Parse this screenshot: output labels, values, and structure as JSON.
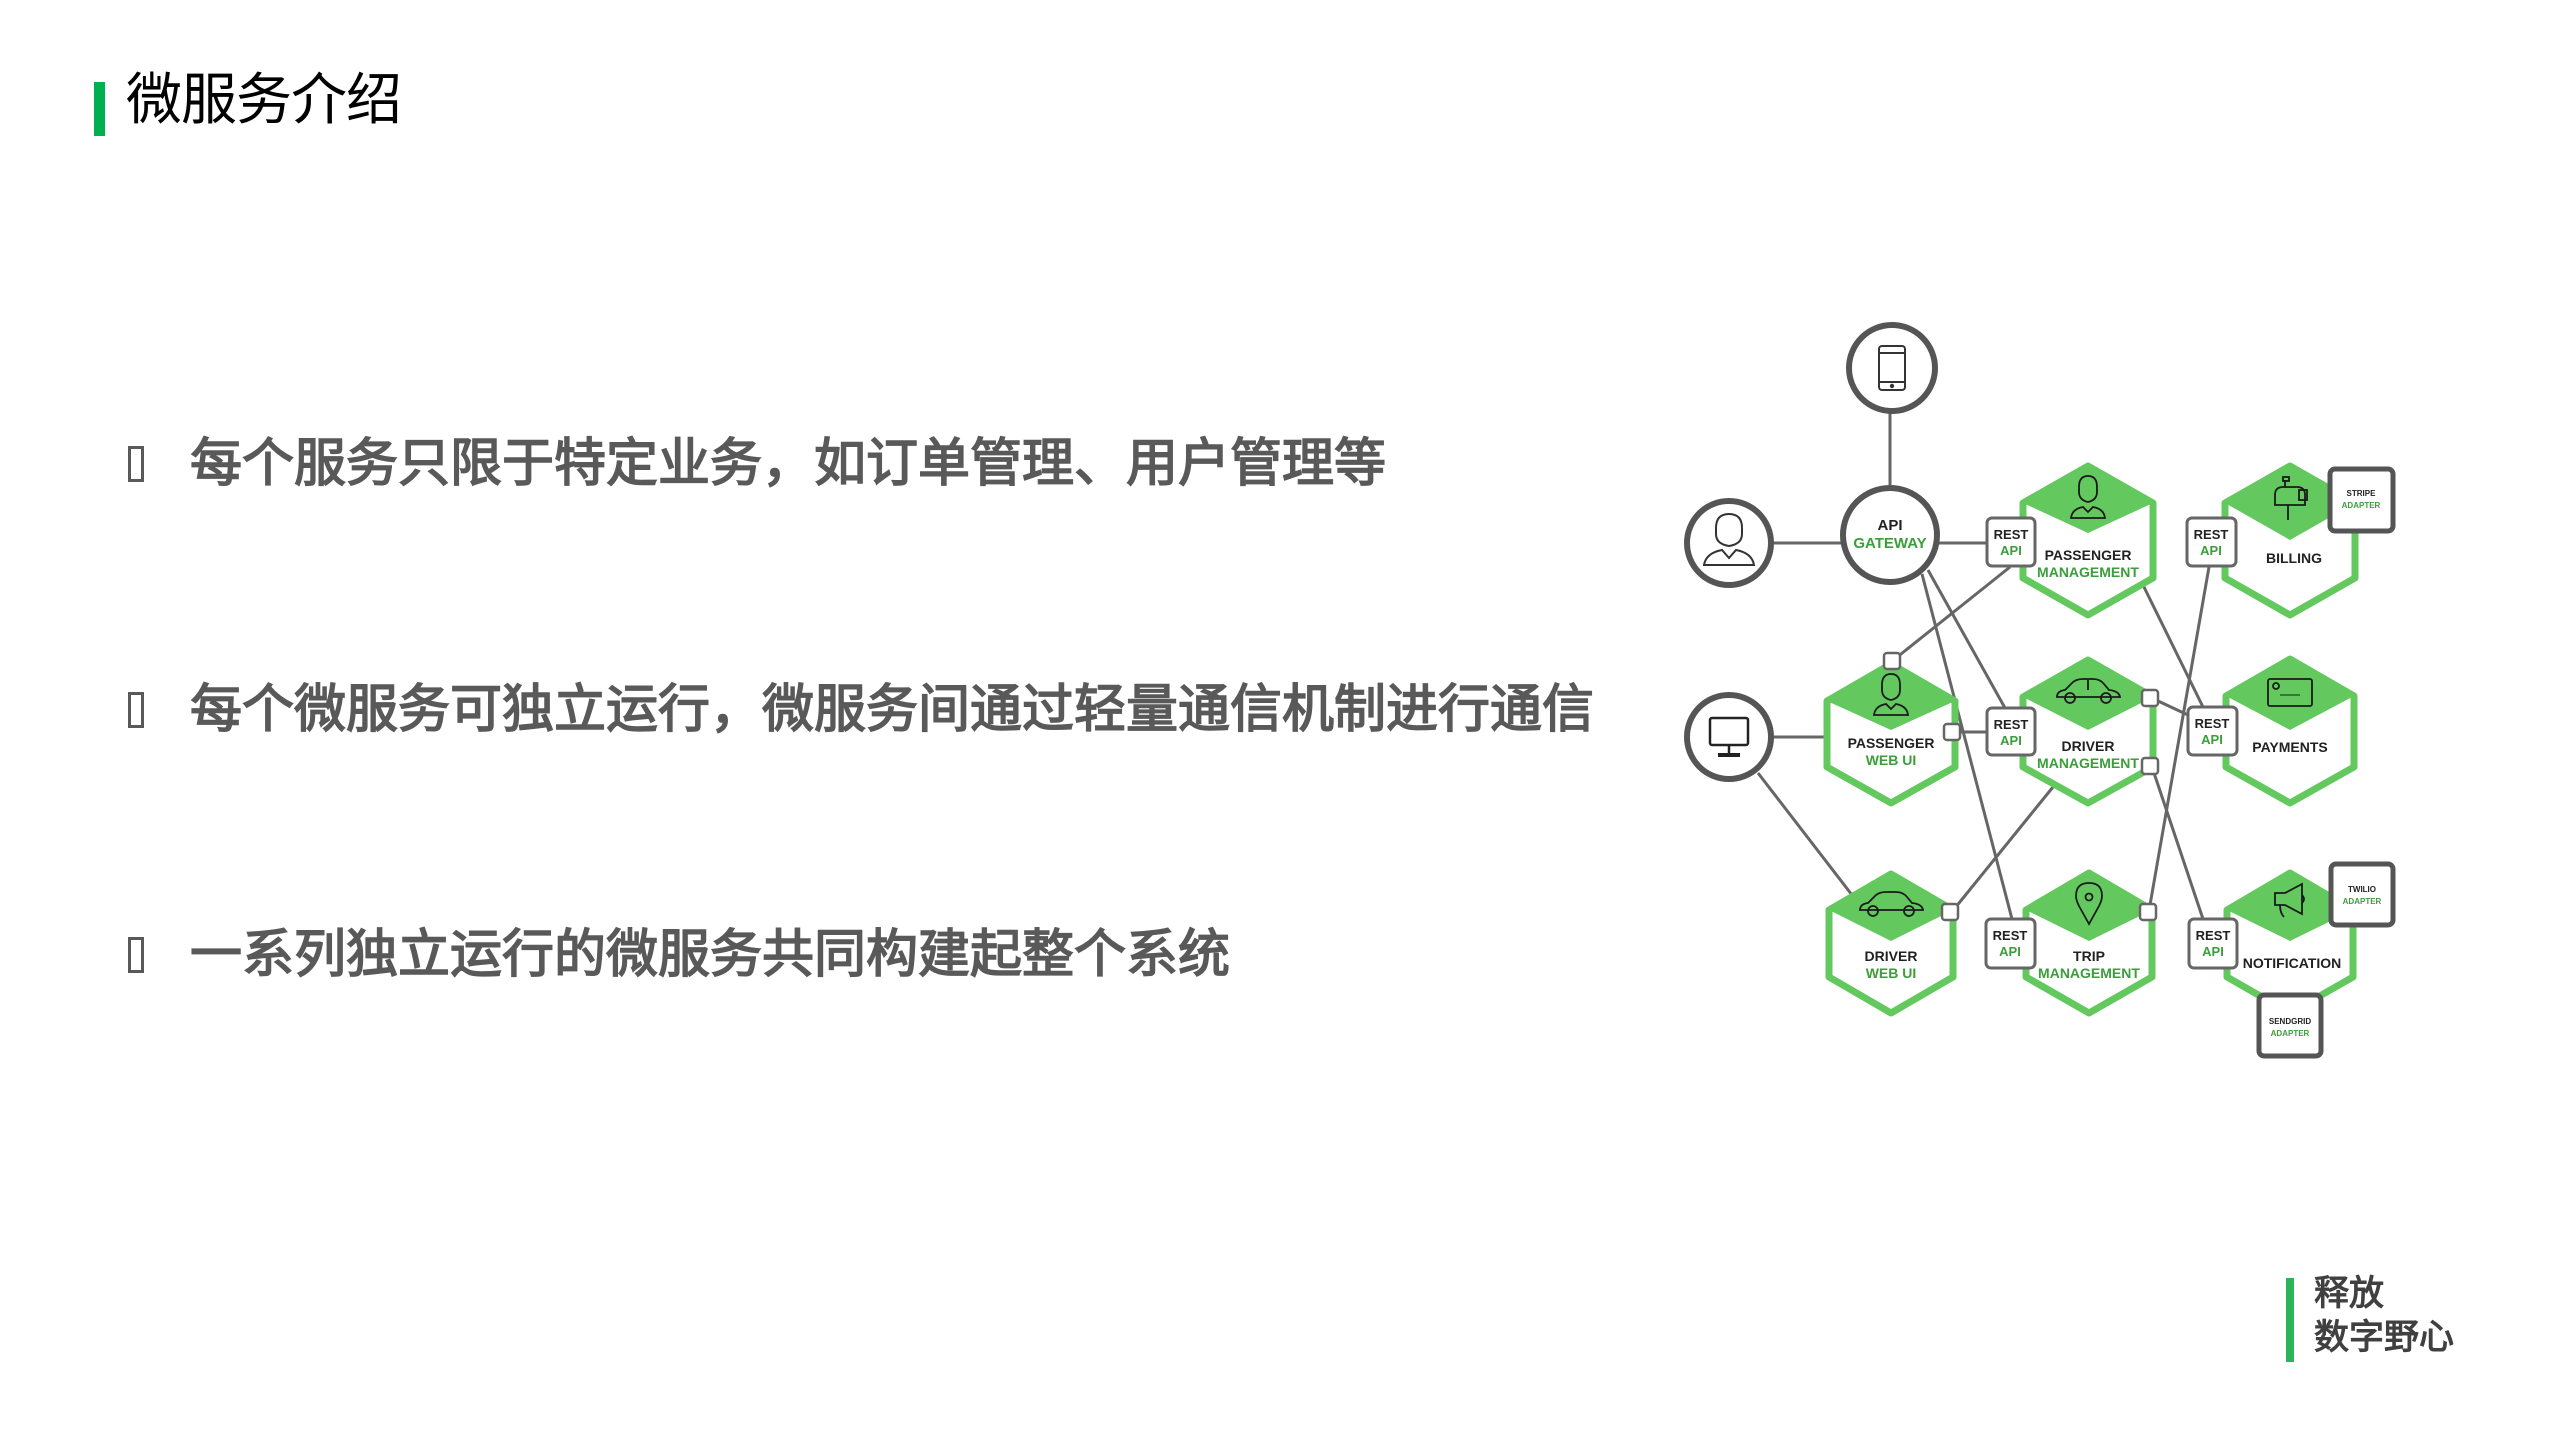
{
  "slide": {
    "title": "微服务介绍",
    "accent_color": "#00b050",
    "bullet_glyph": "",
    "bullets": [
      {
        "text": "每个服务只限于特定业务，如订单管理、用户管理等"
      },
      {
        "text": "每个微服务可独立运行，微服务间通过轻量通信机制进行通信"
      },
      {
        "text": "一系列独立运行的微服务共同构建起整个系统"
      }
    ],
    "brand": {
      "line1": "释放",
      "line2": "数字野心"
    }
  },
  "diagram": {
    "colors": {
      "green": "#63c95f",
      "green_text": "#3a9e3a",
      "outline": "#555555",
      "line": "#666666"
    },
    "clients": [
      {
        "id": "mobile",
        "icon": "mobile-phone-icon"
      },
      {
        "id": "user",
        "icon": "user-icon"
      },
      {
        "id": "desktop",
        "icon": "desktop-monitor-icon"
      }
    ],
    "gateway": {
      "line1": "API",
      "line2": "GATEWAY"
    },
    "rest_api": {
      "line1": "REST",
      "line2": "API"
    },
    "services": [
      {
        "id": "passenger-management",
        "line1": "PASSENGER",
        "line2": "MANAGEMENT",
        "icon": "person-icon"
      },
      {
        "id": "billing",
        "line1": "BILLING",
        "line2": "",
        "icon": "mailbox-icon"
      },
      {
        "id": "passenger-web-ui",
        "line1": "PASSENGER",
        "line2": "WEB UI",
        "icon": "person-icon"
      },
      {
        "id": "driver-management",
        "line1": "DRIVER",
        "line2": "MANAGEMENT",
        "icon": "car-icon"
      },
      {
        "id": "payments",
        "line1": "PAYMENTS",
        "line2": "",
        "icon": "credit-card-icon"
      },
      {
        "id": "driver-web-ui",
        "line1": "DRIVER",
        "line2": "WEB UI",
        "icon": "car-icon"
      },
      {
        "id": "trip-management",
        "line1": "TRIP",
        "line2": "MANAGEMENT",
        "icon": "map-pin-icon"
      },
      {
        "id": "notification",
        "line1": "NOTIFICATION",
        "line2": "",
        "icon": "megaphone-icon"
      }
    ],
    "adapters": [
      {
        "id": "stripe",
        "line1": "STRIPE",
        "line2": "ADAPTER"
      },
      {
        "id": "twilio",
        "line1": "TWILIO",
        "line2": "ADAPTER"
      },
      {
        "id": "sendgrid",
        "line1": "SENDGRID",
        "line2": "ADAPTER"
      }
    ]
  }
}
